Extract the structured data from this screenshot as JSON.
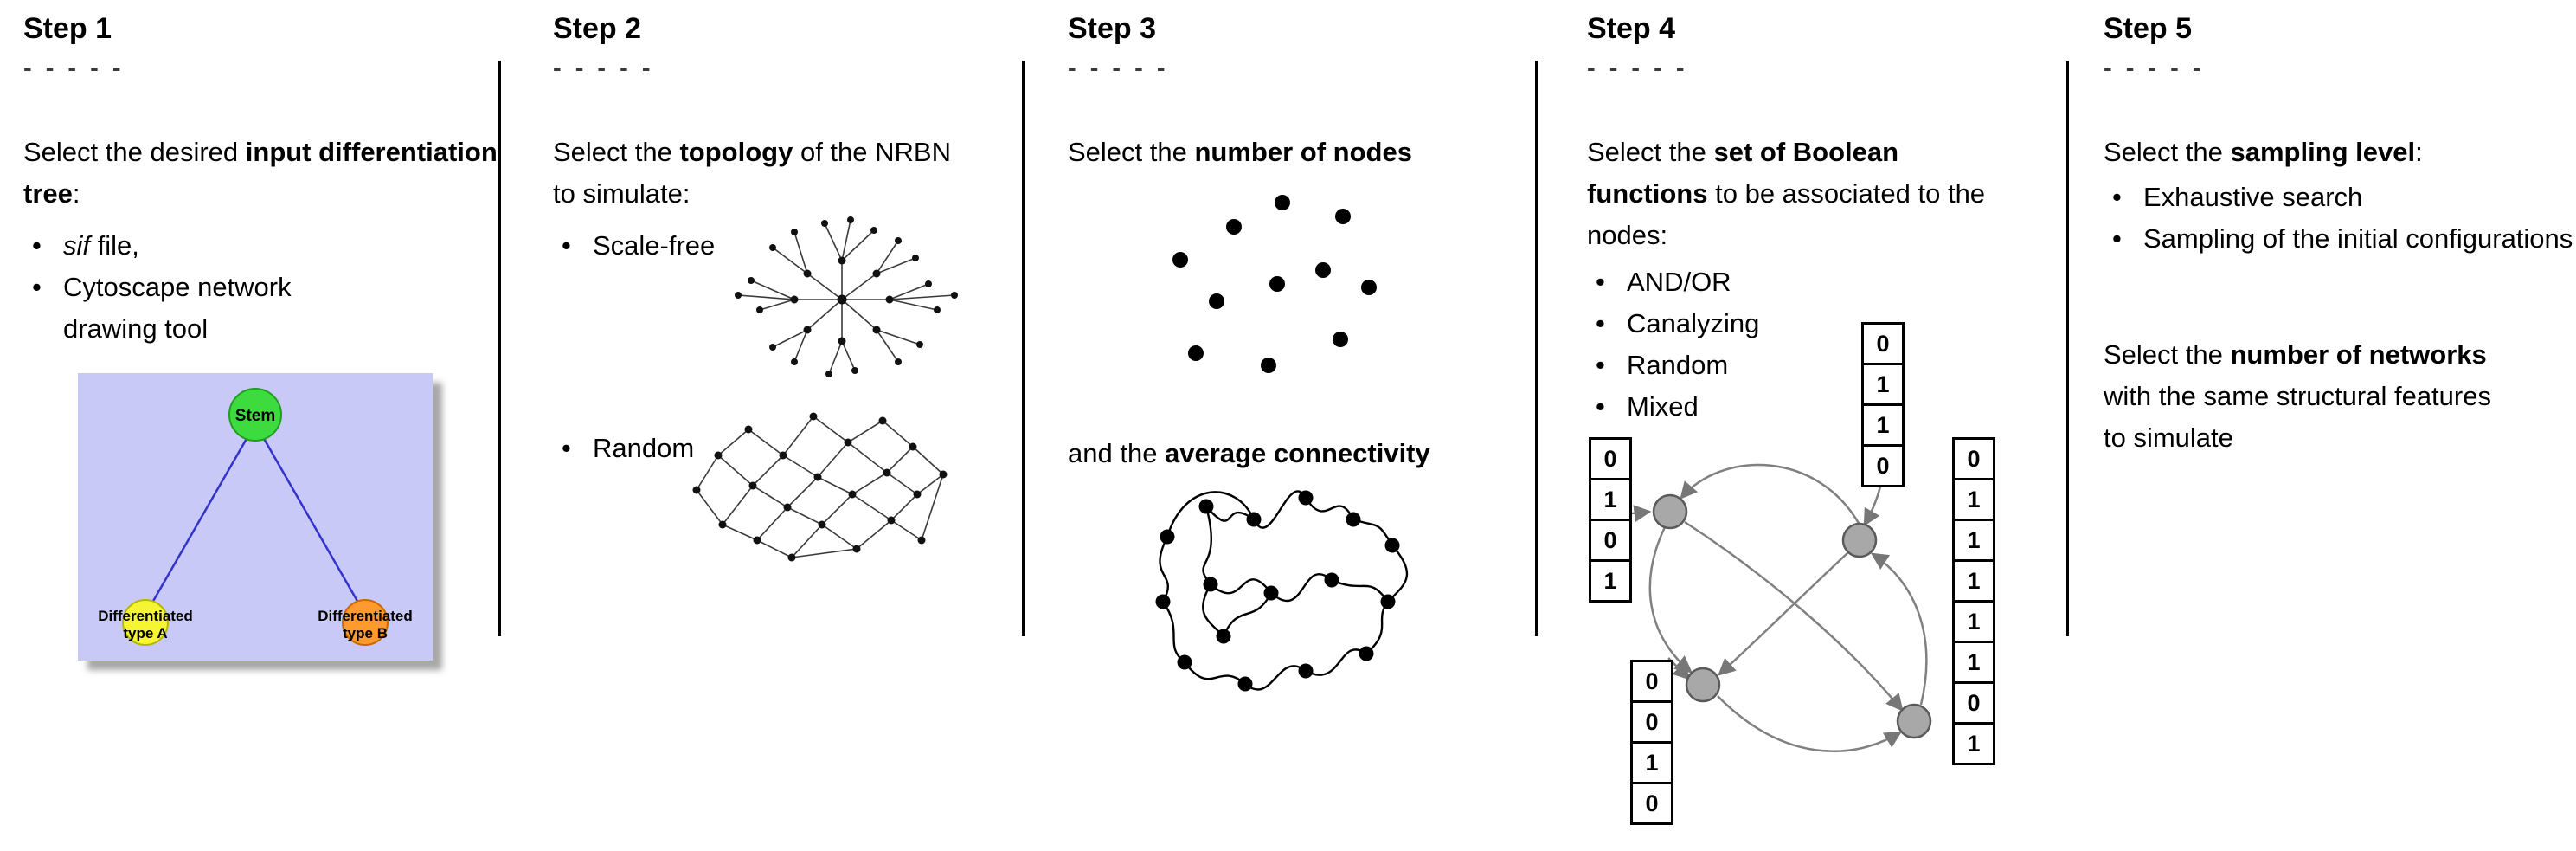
{
  "step1": {
    "title": "Step 1",
    "dashes": "- - - - -",
    "intro": [
      "Select the desired ",
      "input differentiation tree",
      ":"
    ],
    "bullet1": [
      "sif",
      " file,"
    ],
    "bullet2": "Cytoscape network drawing tool",
    "tree": {
      "stem": "Stem",
      "typeA_line1": "Differentiated",
      "typeA_line2": "type A",
      "typeB_line1": "Differentiated",
      "typeB_line2": "type B"
    },
    "colors": {
      "panel": "#c9c9f7",
      "stem": "#3ddb3d",
      "typeA": "#f5f533",
      "typeB": "#ff9a2e",
      "edge": "#3333cc"
    }
  },
  "step2": {
    "title": "Step 2",
    "dashes": "- - - - -",
    "intro": [
      "Select the ",
      "topology",
      " of the NRBN to simulate:"
    ],
    "bullet1": "Scale-free",
    "bullet2": "Random"
  },
  "step3": {
    "title": "Step 3",
    "dashes": "- - - - -",
    "line1": [
      "Select the ",
      "number of nodes"
    ],
    "line2": [
      "and the ",
      "average connectivity"
    ]
  },
  "step4": {
    "title": "Step 4",
    "dashes": "- - - - -",
    "intro": [
      "Select the ",
      "set of Boolean functions",
      " to be associated to the nodes:"
    ],
    "bullets": [
      "AND/OR",
      "Canalyzing",
      "Random",
      "Mixed"
    ],
    "tables": {
      "top": [
        "0",
        "1",
        "1",
        "0"
      ],
      "left": [
        "0",
        "1",
        "0",
        "1"
      ],
      "bottom_left": [
        "0",
        "0",
        "1",
        "0"
      ],
      "right": [
        "0",
        "1",
        "1",
        "1",
        "1",
        "1",
        "0",
        "1"
      ]
    }
  },
  "step5": {
    "title": "Step 5",
    "dashes": "- - - - -",
    "intro": [
      "Select the ",
      "sampling level",
      ":"
    ],
    "bullets": [
      "Exhaustive search",
      "Sampling of the initial configurations"
    ],
    "para2": [
      "Select the ",
      "number of networks",
      " with the same structural features to simulate"
    ]
  }
}
